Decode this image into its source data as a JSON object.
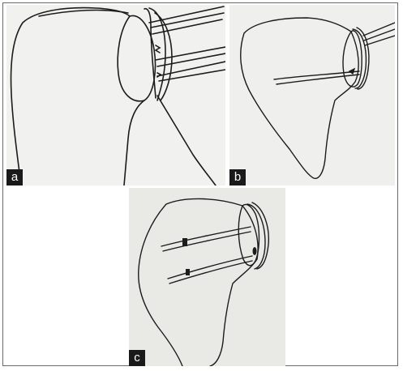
{
  "panels": [
    {
      "id": "a",
      "label": "a"
    },
    {
      "id": "b",
      "label": "b"
    },
    {
      "id": "c",
      "label": "c"
    }
  ],
  "colors": {
    "line": "#1c1c1c",
    "paper_a": "#f1f1ef",
    "paper_b": "#efefed",
    "paper_c": "#e9e9e6",
    "label_bg": "#1a1a1a",
    "label_text": "#ffffff",
    "frame": "#6a6a6a"
  }
}
